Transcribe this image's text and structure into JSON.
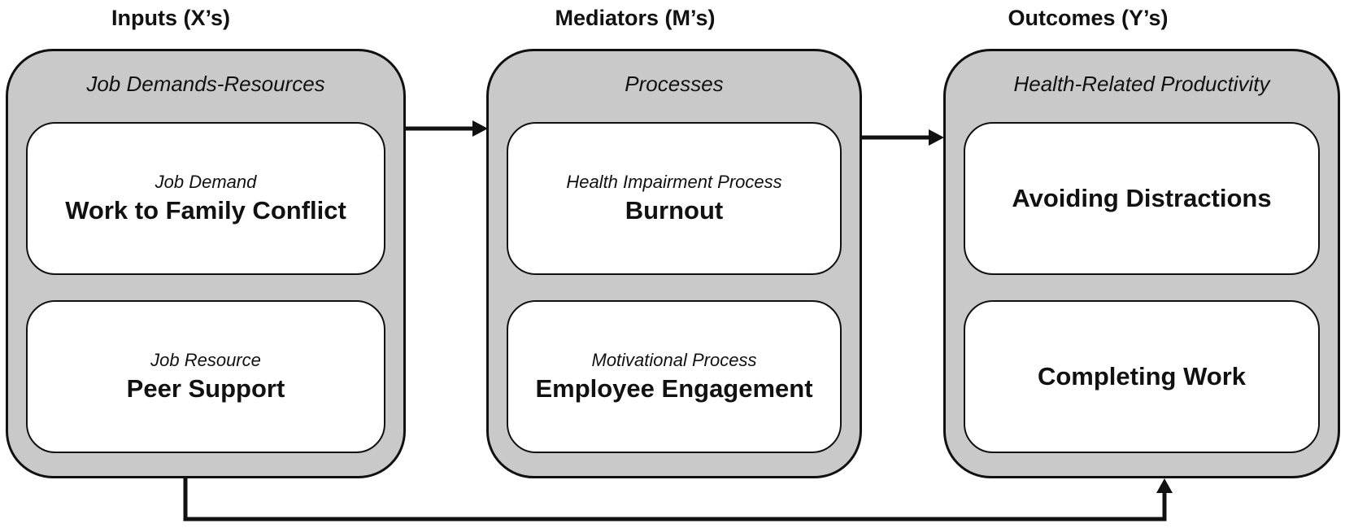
{
  "headings": {
    "inputs": "Inputs (X’s)",
    "mediators": "Mediators (M’s)",
    "outcomes": "Outcomes (Y’s)"
  },
  "panels": {
    "inputs": {
      "title": "Job Demands-Resources",
      "top_box": {
        "subtitle": "Job Demand",
        "label": "Work to Family Conflict"
      },
      "bottom_box": {
        "subtitle": "Job Resource",
        "label": "Peer Support"
      }
    },
    "mediators": {
      "title": "Processes",
      "top_box": {
        "subtitle": "Health Impairment Process",
        "label": "Burnout"
      },
      "bottom_box": {
        "subtitle": "Motivational Process",
        "label": "Employee Engagement"
      }
    },
    "outcomes": {
      "title": "Health-Related Productivity",
      "top_box": {
        "label": "Avoiding Distractions"
      },
      "bottom_box": {
        "label": "Completing Work"
      }
    }
  },
  "colors": {
    "panel_fill": "#c9c9c9",
    "box_fill": "#ffffff",
    "stroke": "#111111"
  }
}
